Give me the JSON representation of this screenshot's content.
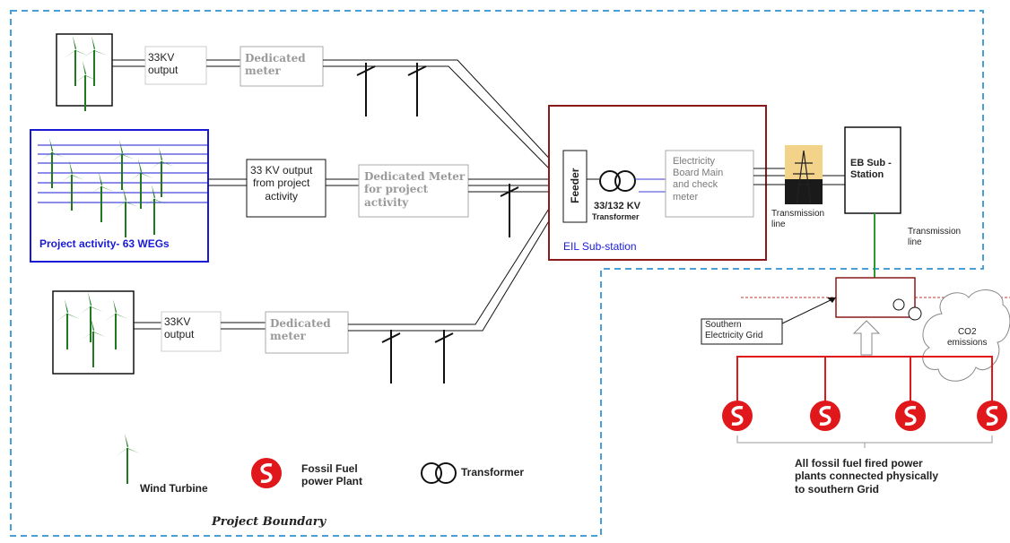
{
  "labels": {
    "top_output": "33KV\noutput",
    "top_meter": "Dedicated\nmeter",
    "mid_output": "33 KV output\nfrom project\nactivity",
    "mid_meter": "Dedicated Meter\nfor project\nactivity",
    "bot_output": "33KV\noutput",
    "bot_meter": "Dedicated\nmeter",
    "project_activity": "Project activity- 63  WEGs",
    "feeder": "Feeder",
    "transformer_rating": "33/132 KV",
    "transformer_word": "Transformer",
    "eb_main": "Electricity\nBoard Main\nand check\nmeter",
    "eil_substation": "EIL Sub-station",
    "transmission_line_1": "Transmission\nline",
    "eb_substation": "EB Sub -\nStation",
    "transmission_line_2": "Transmission\nline",
    "southern_grid": "Southern\nElectricity Grid",
    "co2": "CO2\nemissions",
    "all_fossil": "All fossil fuel fired power\nplants connected physically\nto southern Grid",
    "legend_wind": "Wind Turbine",
    "legend_fossil": "Fossil Fuel\npower Plant",
    "legend_transformer": "Transformer",
    "project_boundary": "Project Boundary"
  },
  "colors": {
    "boundary": "#4a9fd8",
    "project_box": "#1a1ad6",
    "substation": "#8b1a1a",
    "turbine": "#1f7a1f",
    "fossil": "#e0181b",
    "grid_link": "#2e9a2e"
  }
}
